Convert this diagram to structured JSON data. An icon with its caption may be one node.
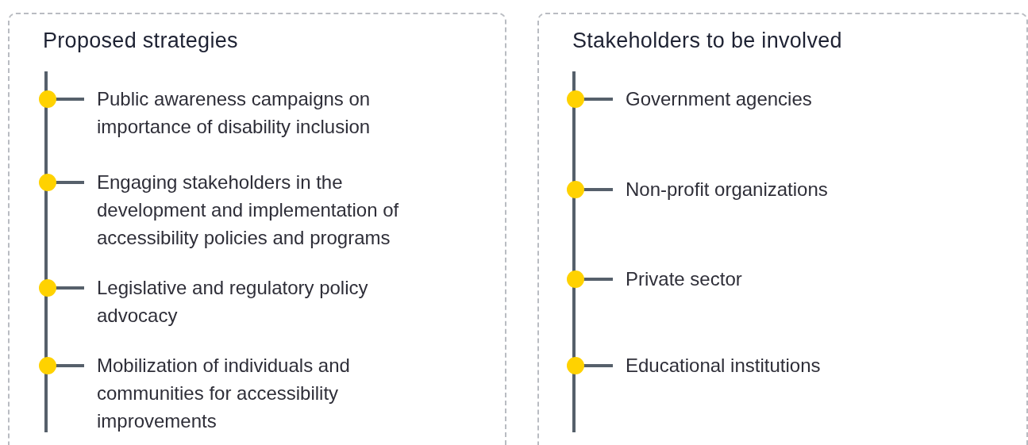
{
  "diagram": {
    "nodes": [
      {
        "text": [
          "Proposed strategies"
        ]
      },
      {
        "text": [],
        "shape": "bar",
        "in": 0
      },
      {
        "text": [
          "Public awareness campaigns on importance of disability inclusion"
        ],
        "in": 0
      },
      {
        "text": [
          "Engaging stakeholders in the development and implementation of accessibility policies and programs"
        ],
        "in": 0
      },
      {
        "text": [
          "Legislative and regulatory policy advocacy"
        ],
        "in": 0
      },
      {
        "text": [
          "Mobilization of individuals and communities for accessibility improvements"
        ],
        "in": 0
      },
      {
        "text": [
          "Stakeholders to be involved"
        ]
      },
      {
        "text": [],
        "shape": "bar",
        "in": 6
      },
      {
        "text": [
          "Government agencies"
        ],
        "in": 6
      },
      {
        "text": [
          "Non-profit organizations"
        ],
        "in": 6
      },
      {
        "text": [
          "Private sector"
        ],
        "in": 6
      },
      {
        "text": [
          "Educational institutions"
        ],
        "in": 6
      }
    ],
    "edges": [
      {
        "from": 1,
        "to": 2,
        "arrow": "other"
      },
      {
        "from": 1,
        "to": 3,
        "arrow": "other"
      },
      {
        "from": 1,
        "to": 4,
        "arrow": "other"
      },
      {
        "from": 1,
        "to": 5,
        "arrow": "other"
      },
      {
        "from": 7,
        "to": 8,
        "arrow": "other"
      },
      {
        "from": 7,
        "to": 9,
        "arrow": "other"
      },
      {
        "from": 7,
        "to": 10,
        "arrow": "other"
      },
      {
        "from": 7,
        "to": 11,
        "arrow": "other"
      }
    ]
  }
}
